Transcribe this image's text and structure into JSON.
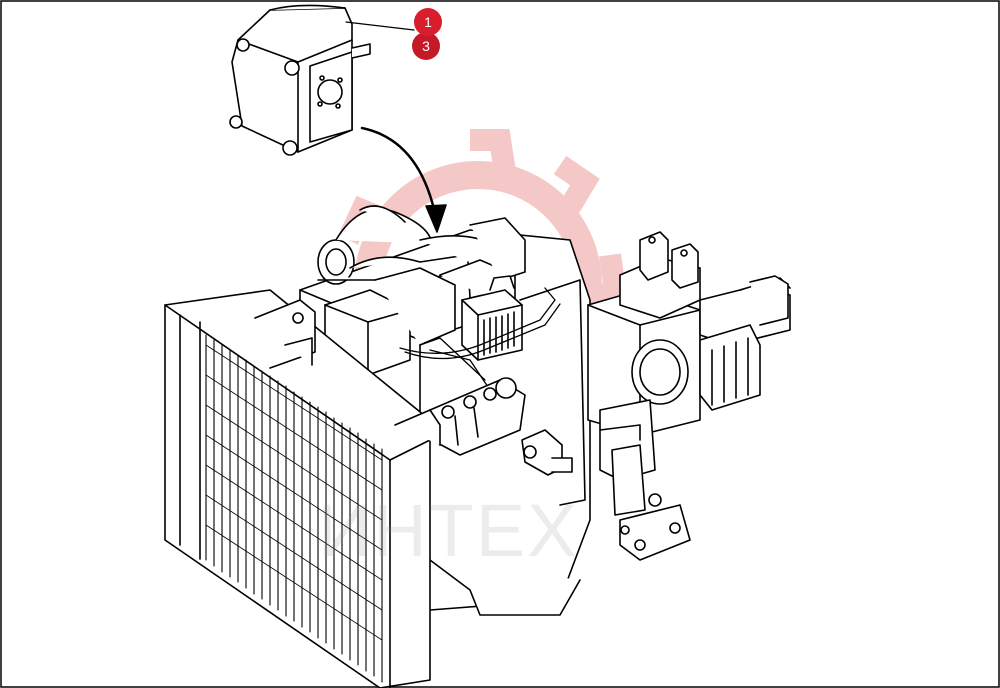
{
  "diagram": {
    "callouts": [
      {
        "label": "1",
        "color": "#d81e2c"
      },
      {
        "label": "3",
        "color": "#c41a28"
      }
    ],
    "watermark": {
      "text": "ИНТЕХ",
      "color": "#f2b6b6"
    }
  }
}
